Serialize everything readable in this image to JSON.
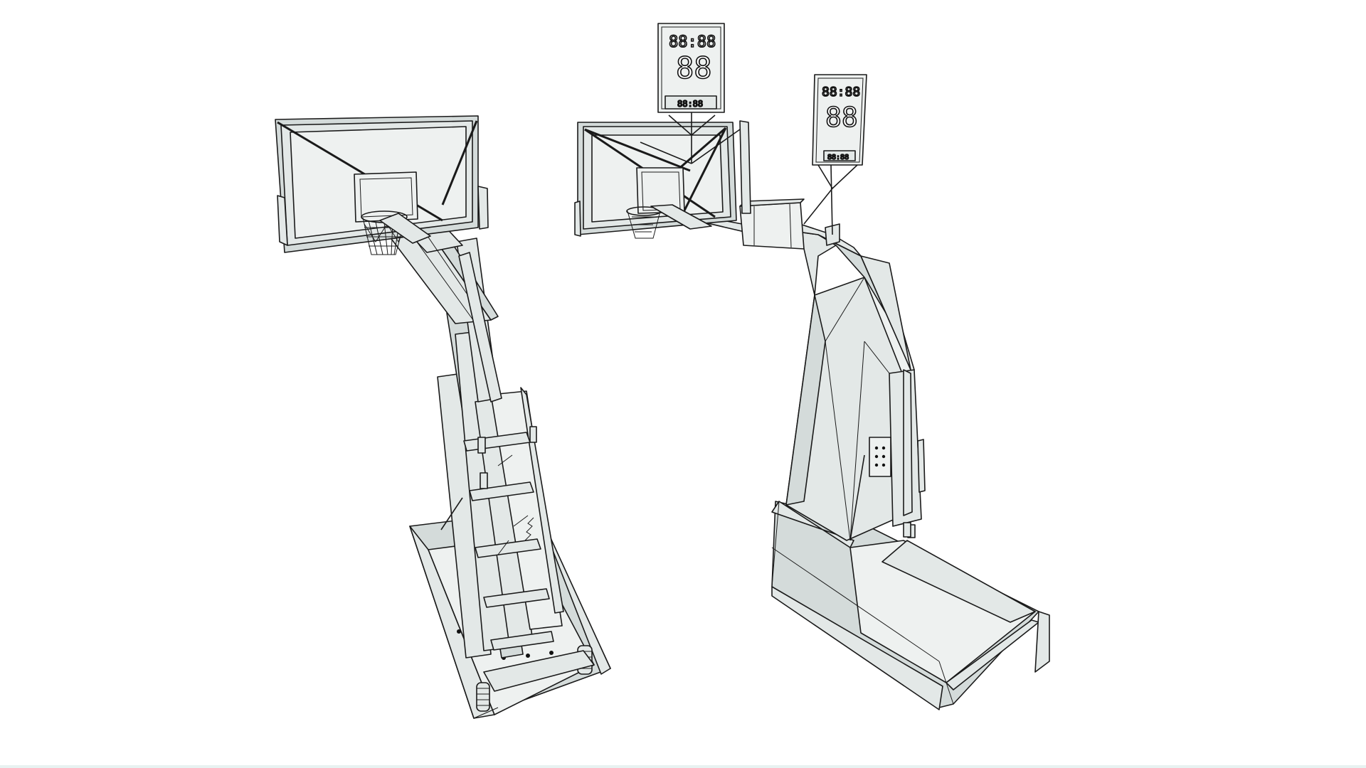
{
  "scene": {
    "background": "#ffffff",
    "line_color": "#1a1a1a",
    "fill_color": "#e3e8e7",
    "objects": [
      {
        "name": "hydraulic-basketball-stand-front-view"
      },
      {
        "name": "basketball-stand-with-shot-clocks-rear-view",
        "shot_clocks": [
          {
            "time": "88:88",
            "period": "88",
            "small": "88:88"
          },
          {
            "time": "88:88",
            "period": "88",
            "small": "88:88"
          }
        ]
      }
    ]
  }
}
